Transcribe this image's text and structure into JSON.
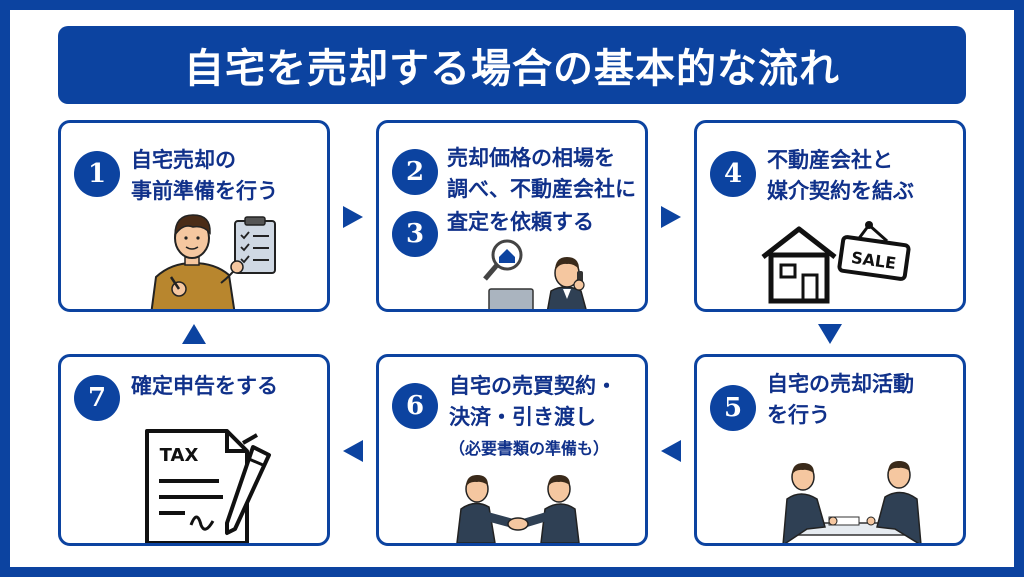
{
  "title": "自宅を売却する場合の基本的な流れ",
  "colors": {
    "primary": "#0c43a0",
    "text": "#10318a",
    "suit": "#2f4054",
    "skin": "#f5c7a0",
    "shirt": "#b8862e"
  },
  "steps": {
    "s1": {
      "num": "1",
      "lines": [
        "自宅売却の",
        "事前準備を行う"
      ],
      "icon": "man-with-clipboard-icon"
    },
    "s2": {
      "num": "2",
      "lines": [
        "売却価格の相場を",
        "調べ、不動産会社に"
      ],
      "icon": "search-house-laptop-icon"
    },
    "s3": {
      "num": "3",
      "lines": [
        "査定を依頼する"
      ]
    },
    "s4": {
      "num": "4",
      "lines": [
        "不動産会社と",
        "媒介契約を結ぶ"
      ],
      "icon": "house-sale-sign-icon"
    },
    "s5": {
      "num": "5",
      "lines": [
        "自宅の売却活動",
        "を行う"
      ],
      "icon": "business-meeting-icon"
    },
    "s6": {
      "num": "6",
      "lines": [
        "自宅の売買契約・",
        "決済・引き渡し"
      ],
      "note": "（必要書類の準備も）",
      "icon": "handshake-icon"
    },
    "s7": {
      "num": "7",
      "lines": [
        "確定申告をする"
      ],
      "icon": "tax-document-pen-icon"
    }
  },
  "sale_sign": "SALE",
  "tax_doc": "TAX"
}
